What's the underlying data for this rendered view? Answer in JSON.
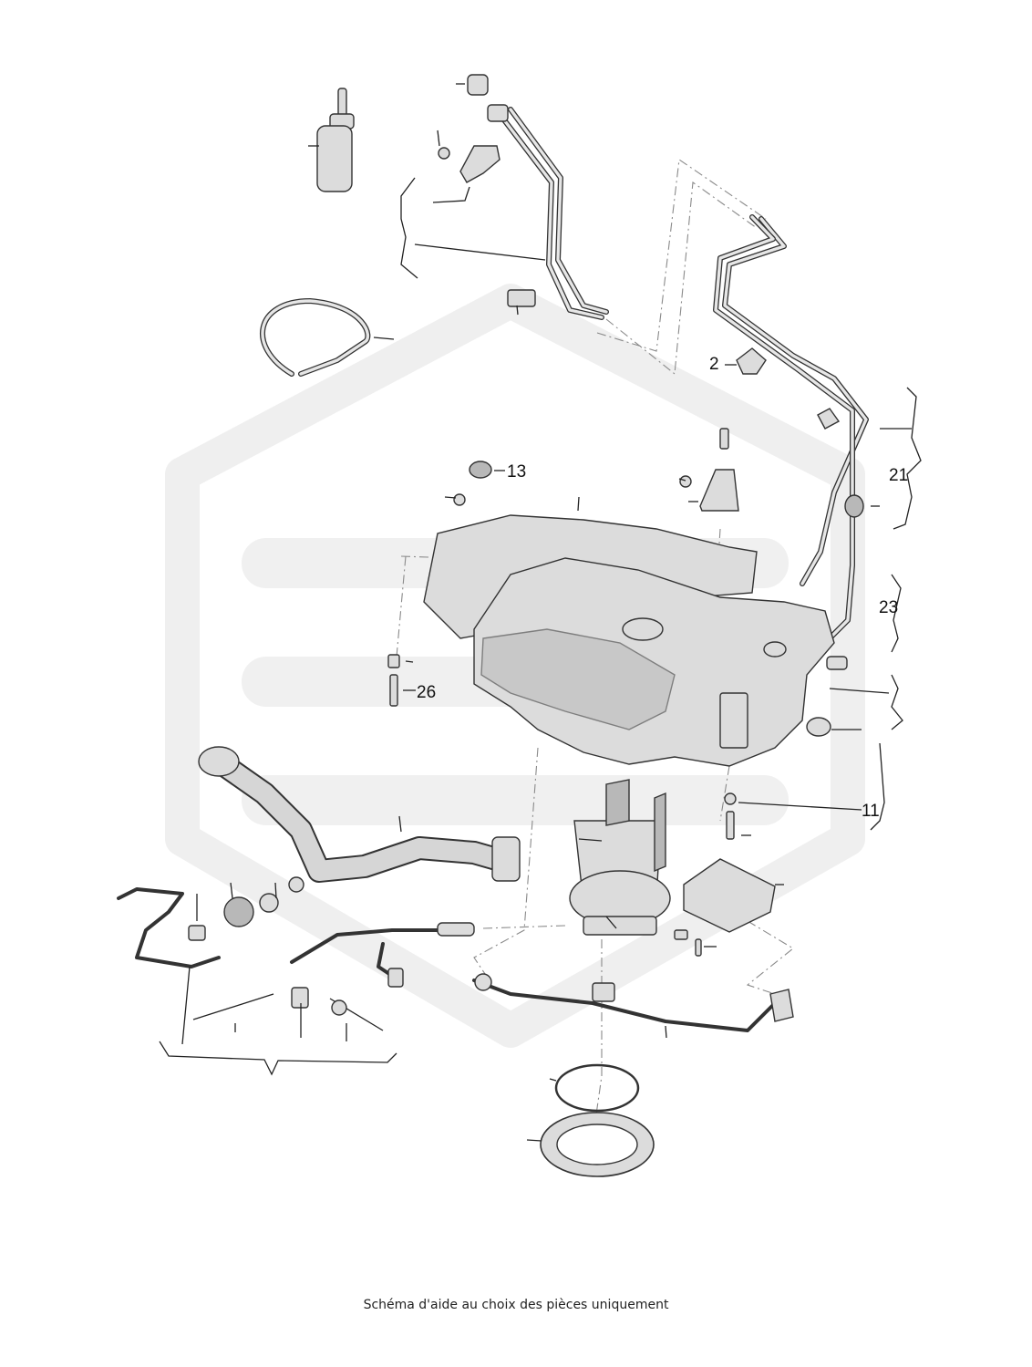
{
  "callouts": {
    "c13": "13",
    "c2": "2",
    "c21": "21",
    "c23": "23",
    "c26": "26",
    "c11": "11"
  },
  "caption": "Schéma d'aide au choix des pièces uniquement",
  "colors": {
    "line": "#333333",
    "part_fill": "#dcdcdc",
    "watermark": "#efefef"
  }
}
